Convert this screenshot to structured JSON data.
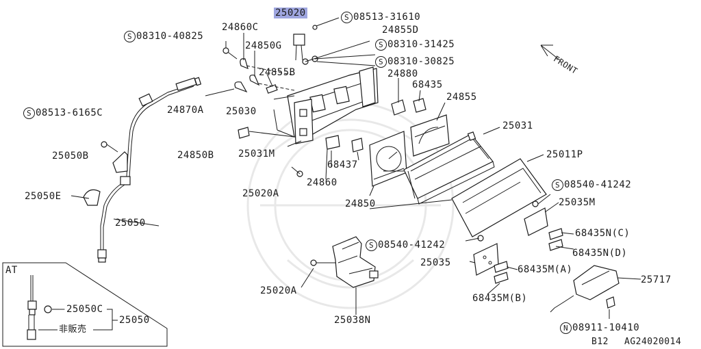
{
  "callouts": [
    {
      "id": "25020-hl",
      "text": "25020",
      "highlight": true
    },
    {
      "id": "08513-31610",
      "prefix": "S",
      "text": "08513-31610"
    },
    {
      "id": "24855D",
      "text": "24855D"
    },
    {
      "id": "08310-31425",
      "prefix": "S",
      "text": "08310-31425"
    },
    {
      "id": "08310-30825",
      "prefix": "S",
      "text": "08310-30825"
    },
    {
      "id": "08310-40825",
      "prefix": "S",
      "text": "08310-40825"
    },
    {
      "id": "24860C",
      "text": "24860C"
    },
    {
      "id": "24850G",
      "text": "24850G"
    },
    {
      "id": "24855B",
      "text": "24855B"
    },
    {
      "id": "24880",
      "text": "24880"
    },
    {
      "id": "68435",
      "text": "68435"
    },
    {
      "id": "24855",
      "text": "24855"
    },
    {
      "id": "25031",
      "text": "25031"
    },
    {
      "id": "24870A",
      "text": "24870A"
    },
    {
      "id": "25030",
      "text": "25030"
    },
    {
      "id": "08513-6165C",
      "prefix": "S",
      "text": "08513-6165C"
    },
    {
      "id": "25050B",
      "text": "25050B"
    },
    {
      "id": "24850B",
      "text": "24850B"
    },
    {
      "id": "25031M",
      "text": "25031M"
    },
    {
      "id": "68437",
      "text": "68437"
    },
    {
      "id": "25011P",
      "text": "25011P"
    },
    {
      "id": "24860",
      "text": "24860"
    },
    {
      "id": "25050E",
      "text": "25050E"
    },
    {
      "id": "25020A-1",
      "text": "25020A"
    },
    {
      "id": "08540-41242-a",
      "prefix": "S",
      "text": "08540-41242"
    },
    {
      "id": "24850",
      "text": "24850"
    },
    {
      "id": "25035M",
      "text": "25035M"
    },
    {
      "id": "25050",
      "text": "25050"
    },
    {
      "id": "68435N-C",
      "text": "68435N(C)"
    },
    {
      "id": "08540-41242-b",
      "prefix": "S",
      "text": "08540-41242"
    },
    {
      "id": "68435N-D",
      "text": "68435N(D)"
    },
    {
      "id": "25035",
      "text": "25035"
    },
    {
      "id": "68435M-A",
      "text": "68435M(A)"
    },
    {
      "id": "25717",
      "text": "25717"
    },
    {
      "id": "25020A-2",
      "text": "25020A"
    },
    {
      "id": "68435M-B",
      "text": "68435M(B)"
    },
    {
      "id": "25038N",
      "text": "25038N"
    },
    {
      "id": "08911-10410",
      "prefix": "N",
      "text": "08911-10410"
    }
  ],
  "front_label": "FRONT",
  "inset": {
    "title": "AT",
    "labels": [
      {
        "id": "inset-25050C",
        "text": "25050C"
      },
      {
        "id": "inset-nonsale",
        "text": "非販売"
      },
      {
        "id": "inset-25050",
        "text": "25050"
      }
    ]
  },
  "footer": {
    "page": "B12",
    "code": "AG24020014"
  }
}
